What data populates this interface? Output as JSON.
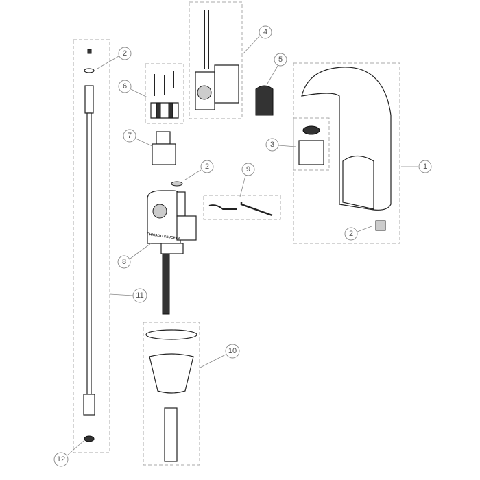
{
  "diagram": {
    "title_lettering": "CHICAGO FAUCETS",
    "callouts": [
      {
        "id": "callout-2a",
        "label": "2"
      },
      {
        "id": "callout-4",
        "label": "4"
      },
      {
        "id": "callout-5",
        "label": "5"
      },
      {
        "id": "callout-6",
        "label": "6"
      },
      {
        "id": "callout-7",
        "label": "7"
      },
      {
        "id": "callout-2b",
        "label": "2"
      },
      {
        "id": "callout-9",
        "label": "9"
      },
      {
        "id": "callout-3",
        "label": "3"
      },
      {
        "id": "callout-1",
        "label": "1"
      },
      {
        "id": "callout-2c",
        "label": "2"
      },
      {
        "id": "callout-8",
        "label": "8"
      },
      {
        "id": "callout-11",
        "label": "11"
      },
      {
        "id": "callout-10",
        "label": "10"
      },
      {
        "id": "callout-12",
        "label": "12"
      }
    ]
  }
}
